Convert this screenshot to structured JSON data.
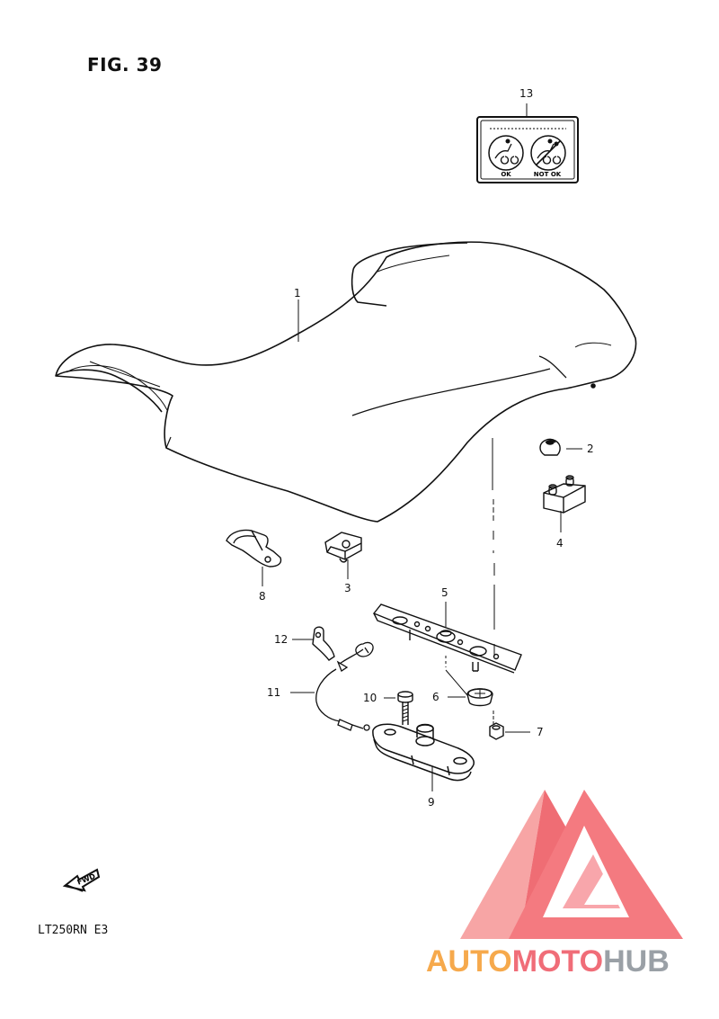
{
  "figure": {
    "title": "FIG. 39",
    "model_code": "LT250RN  E3",
    "fwd_label": "FWD"
  },
  "label_card": {
    "callout": "13",
    "ok_text": "OK",
    "not_ok_text": "NOT OK"
  },
  "callouts": [
    {
      "id": "1"
    },
    {
      "id": "2"
    },
    {
      "id": "3"
    },
    {
      "id": "4"
    },
    {
      "id": "5"
    },
    {
      "id": "6"
    },
    {
      "id": "7"
    },
    {
      "id": "8"
    },
    {
      "id": "9"
    },
    {
      "id": "10"
    },
    {
      "id": "11"
    },
    {
      "id": "12"
    }
  ],
  "watermark": {
    "part1": "AUTO",
    "part2": "MOTO",
    "part3": "HUB",
    "color_orange": "#f6a94c",
    "color_red": "#f06d78",
    "color_gray": "#9aa0a6"
  }
}
